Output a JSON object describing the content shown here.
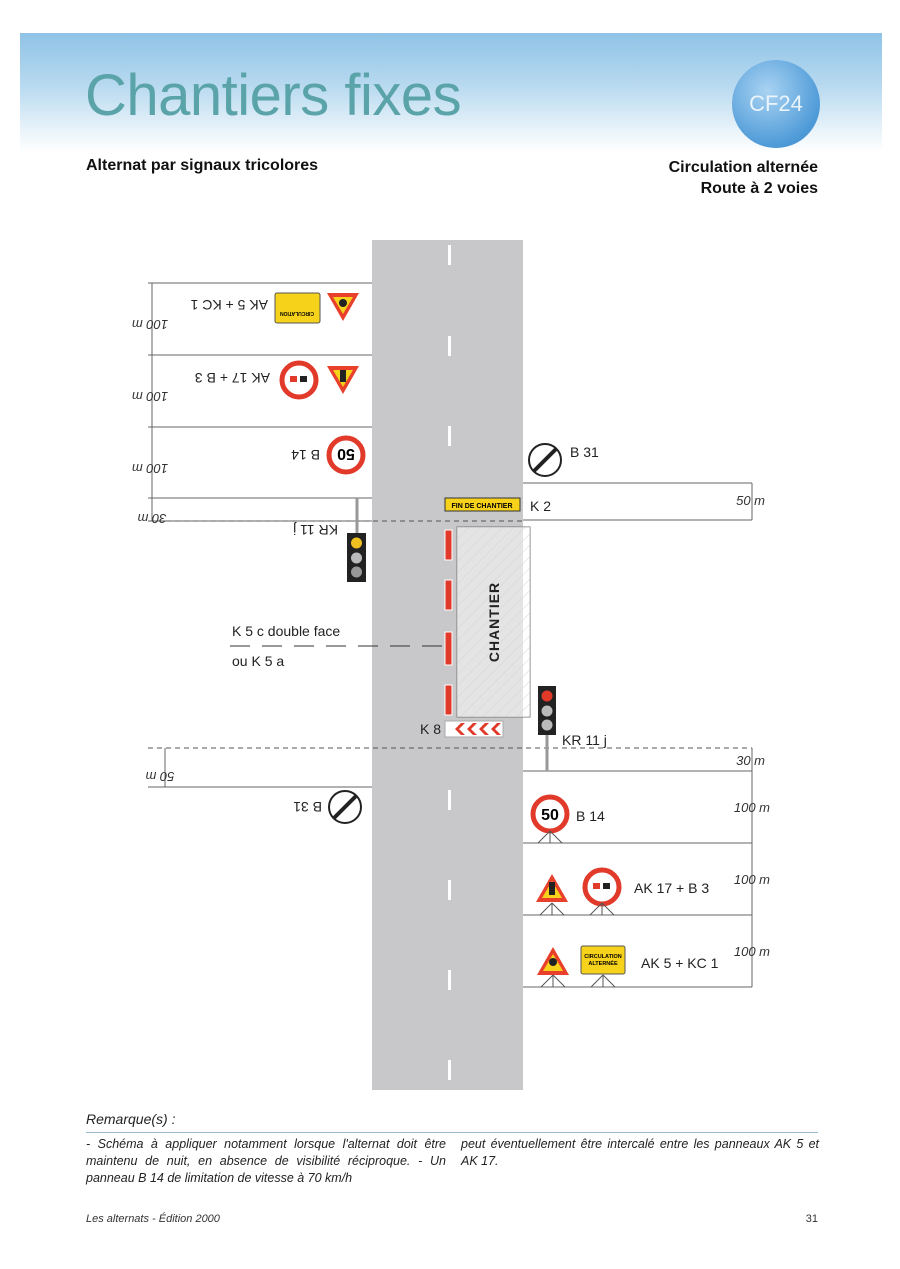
{
  "header": {
    "title": "Chantiers fixes",
    "badge": "CF24",
    "subtitle_left": "Alternat par signaux tricolores",
    "subtitle_right_1": "Circulation alternée",
    "subtitle_right_2": "Route à 2 voies"
  },
  "diagram": {
    "left": {
      "dims": [
        "100 m",
        "100 m",
        "100 m",
        "30 m",
        "50 m"
      ],
      "labels": {
        "ak5_kc1": "AK 5 + KC 1",
        "ak17_b3": "AK 17 + B 3",
        "b14": "B 14",
        "kr11j": "KR 11 j",
        "b31": "B 31"
      }
    },
    "right": {
      "dims": [
        "50 m",
        "30 m",
        "100 m",
        "100 m",
        "100 m"
      ],
      "labels": {
        "b31": "B 31",
        "k2": "K 2",
        "kr11j": "KR 11 j",
        "b14": "B 14",
        "ak17_b3": "AK 17 + B 3",
        "ak5_kc1": "AK 5 + KC 1"
      }
    },
    "center": {
      "chantier": "CHANTIER",
      "fin_de_chantier": "FIN DE CHANTIER",
      "k8": "K 8",
      "k5c": "K 5 c double face",
      "k5a": "ou K 5 a"
    },
    "signs": {
      "b14_value": "50",
      "kc1_line1": "CIRCULATION",
      "kc1_line2": "ALTERNÉE"
    },
    "colors": {
      "road": "#c8c8ca",
      "sign_red": "#e23a2a",
      "sign_yellow": "#f7d21a",
      "teal": "#5aa3a8"
    }
  },
  "remarks": {
    "title": "Remarque(s) :",
    "col1": "- Schéma à appliquer notamment lorsque l'alternat doit être maintenu de nuit, en absence de visibilité réciproque. - Un panneau B 14 de limitation de vitesse à 70 km/h",
    "col2": "peut éventuellement être intercalé entre les panneaux AK 5 et AK 17."
  },
  "footer": {
    "left": "Les alternats - Édition 2000",
    "page": "31"
  }
}
